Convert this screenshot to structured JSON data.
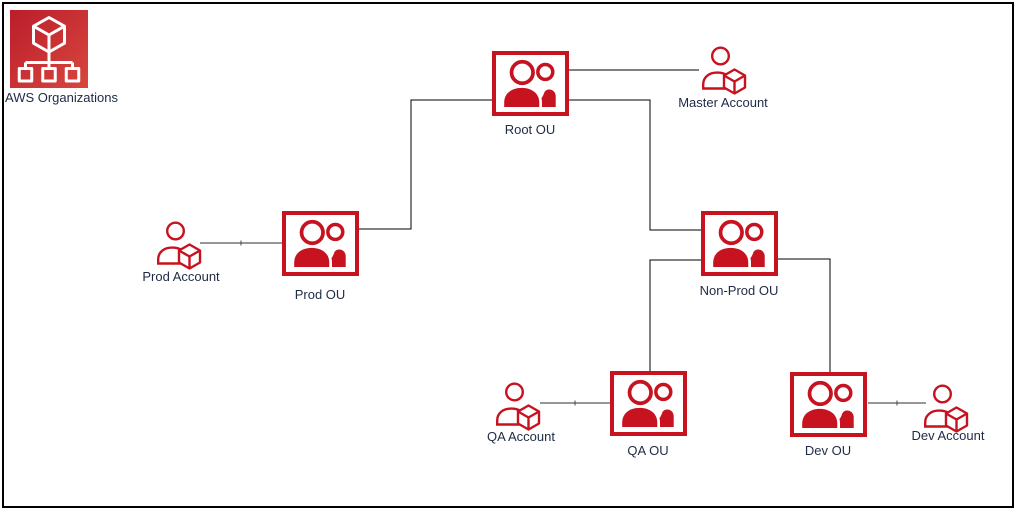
{
  "diagram": {
    "kind": "aws-organizations-hierarchy",
    "background": "#FFFFFF",
    "frame_color": "#000000"
  },
  "colors": {
    "accent_red": "#C7131F",
    "service_icon_gradient_start": "#BB1D2B",
    "service_icon_gradient_end": "#D8473E",
    "label_text": "#1F2A44",
    "tree_edge": "#000000",
    "account_edge": "#595959"
  },
  "nodes": {
    "aws_organizations": {
      "label": "AWS Organizations",
      "type": "service-icon"
    },
    "root_ou": {
      "label": "Root OU",
      "type": "organizational-unit"
    },
    "master_account": {
      "label": "Master Account",
      "type": "account"
    },
    "prod_account": {
      "label": "Prod Account",
      "type": "account"
    },
    "prod_ou": {
      "label": "Prod OU",
      "type": "organizational-unit"
    },
    "non_prod_ou": {
      "label": "Non-Prod OU",
      "type": "organizational-unit"
    },
    "qa_account": {
      "label": "QA Account",
      "type": "account"
    },
    "qa_ou": {
      "label": "QA OU",
      "type": "organizational-unit"
    },
    "dev_ou": {
      "label": "Dev OU",
      "type": "organizational-unit"
    },
    "dev_account": {
      "label": "Dev Account",
      "type": "account"
    }
  },
  "edges": [
    {
      "from": "root_ou",
      "to": "master_account",
      "color": "#000000"
    },
    {
      "from": "root_ou",
      "to": "prod_ou",
      "color": "#000000"
    },
    {
      "from": "root_ou",
      "to": "non_prod_ou",
      "color": "#000000"
    },
    {
      "from": "non_prod_ou",
      "to": "qa_ou",
      "color": "#000000"
    },
    {
      "from": "non_prod_ou",
      "to": "dev_ou",
      "color": "#000000"
    },
    {
      "from": "prod_account",
      "to": "prod_ou",
      "color": "#595959"
    },
    {
      "from": "qa_account",
      "to": "qa_ou",
      "color": "#595959"
    },
    {
      "from": "dev_ou",
      "to": "dev_account",
      "color": "#595959"
    }
  ]
}
